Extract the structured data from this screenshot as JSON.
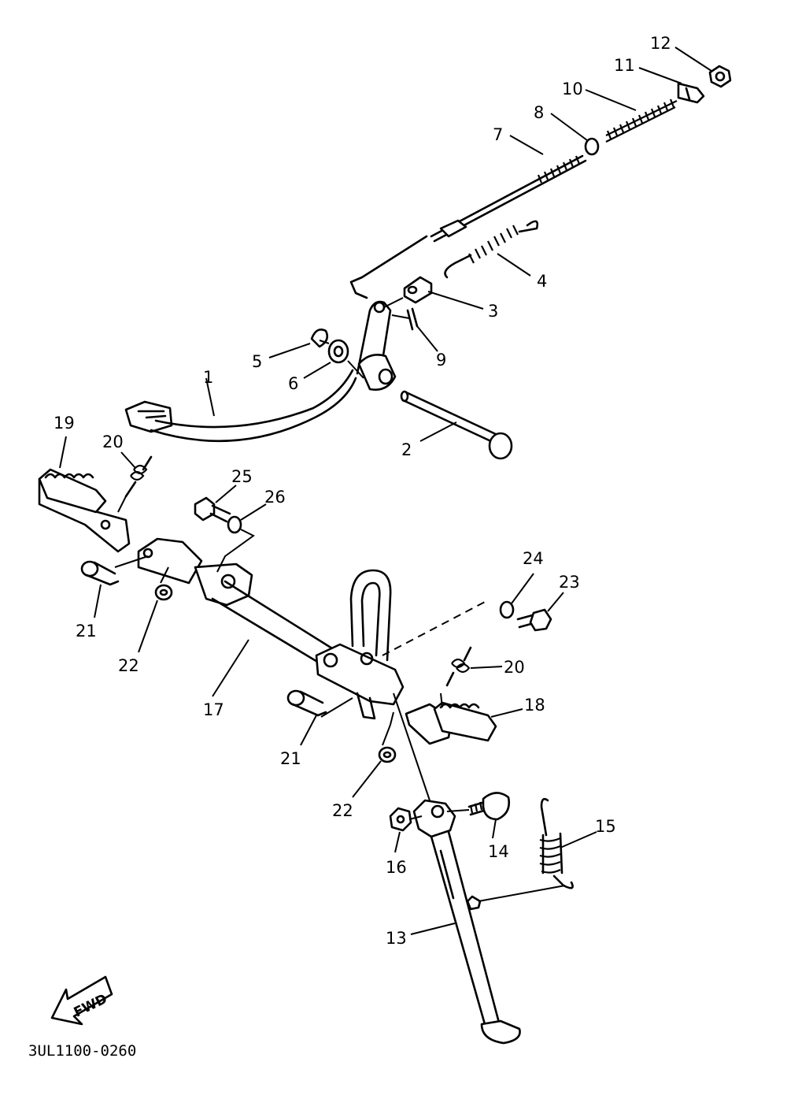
{
  "diagram": {
    "callouts": [
      "1",
      "2",
      "3",
      "4",
      "5",
      "6",
      "7",
      "8",
      "9",
      "10",
      "11",
      "12",
      "13",
      "14",
      "15",
      "16",
      "17",
      "18",
      "19",
      "20",
      "20",
      "21",
      "21",
      "22",
      "22",
      "23",
      "24",
      "25",
      "26"
    ],
    "fwd_label": "FWD",
    "document_code": "3UL1100-0260"
  }
}
